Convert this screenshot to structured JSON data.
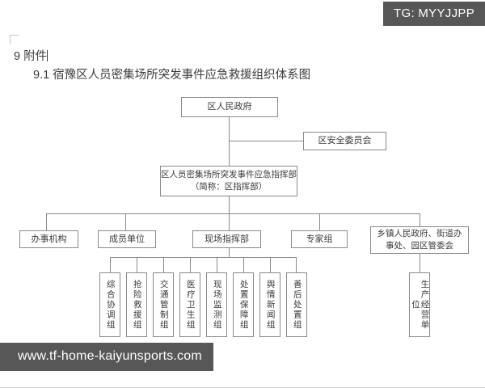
{
  "badge": {
    "text": "TG: MYYJJPP"
  },
  "watermark": {
    "url": "www.tf-home-kaiyunsports.com"
  },
  "document": {
    "heading_1": "9 附件",
    "heading_2": "9.1 宿豫区人员密集场所突发事件应急救援组织体系图"
  },
  "colors": {
    "badge_background": "#575757",
    "badge_text": "#ffffff",
    "box_border": "#8a8a8a",
    "text": "#3a3a3a",
    "page_background": "#ffffff"
  },
  "chart_data": {
    "type": "diagram",
    "title": "9.1 宿豫区人员密集场所突发事件应急救援组织体系图",
    "orientation": "top-down",
    "nodes": {
      "government": "区人民政府",
      "safety_committee": "区安全委员会",
      "command_hq_line1": "区人员密集场所突发事件应急指挥部",
      "command_hq_line2": "（简称：区指挥部）",
      "level2": [
        "办事机构",
        "成员单位",
        "现场指挥部",
        "专家组"
      ],
      "township_line1": "乡镇人民政府、街道办",
      "township_line2": "事处、园区管委会",
      "production_unit": "生产经营单位",
      "work_groups": [
        "综合协调组",
        "抢险救援组",
        "交通管制组",
        "医疗卫生组",
        "现场监测组",
        "处置保障组",
        "舆情新闻组",
        "善后处置组"
      ]
    },
    "edges": [
      {
        "from": "government",
        "to": "safety_committee"
      },
      {
        "from": "government",
        "to": "command_hq"
      },
      {
        "from": "command_hq",
        "to": "办事机构"
      },
      {
        "from": "command_hq",
        "to": "成员单位"
      },
      {
        "from": "command_hq",
        "to": "现场指挥部"
      },
      {
        "from": "command_hq",
        "to": "专家组"
      },
      {
        "from": "command_hq",
        "to": "乡镇人民政府、街道办事处、园区管委会"
      },
      {
        "from": "现场指挥部",
        "to": "综合协调组"
      },
      {
        "from": "现场指挥部",
        "to": "抢险救援组"
      },
      {
        "from": "现场指挥部",
        "to": "交通管制组"
      },
      {
        "from": "现场指挥部",
        "to": "医疗卫生组"
      },
      {
        "from": "现场指挥部",
        "to": "现场监测组"
      },
      {
        "from": "现场指挥部",
        "to": "处置保障组"
      },
      {
        "from": "现场指挥部",
        "to": "舆情新闻组"
      },
      {
        "from": "现场指挥部",
        "to": "善后处置组"
      },
      {
        "from": "乡镇人民政府、街道办事处、园区管委会",
        "to": "生产经营单位"
      }
    ]
  }
}
